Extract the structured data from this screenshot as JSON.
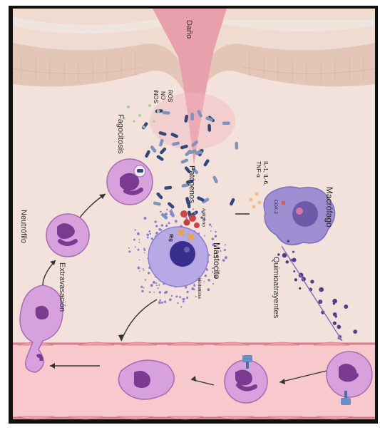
{
  "labels": {
    "dano": "Daño",
    "fagocitosis": "Fagocitosis",
    "ros": "ROS",
    "no": "NO",
    "inos": "iNOS",
    "patogenos": "Patógenos",
    "il": "IL-1, IL-6,",
    "tnf": "TNF-α",
    "macrofago": "Macrófago",
    "cox2": "COX-2",
    "antigeno": "Antígeno",
    "ige": "IEg",
    "mastocito": "Mastocito",
    "histamina": "Histamina",
    "neutrofilo": "Neutrófilo",
    "extravasacion": "Extravasación",
    "quimioatrayentes": "Quimioatrayentes"
  },
  "colors": {
    "tissue": "#f3e2dc",
    "skin": "#ead4c6",
    "wound": "#e8a0ac",
    "vessel": "#f7c9cc",
    "pathogen_dark": "#2f4a7a",
    "pathogen_light": "#7d93bd",
    "cell_purple": "#c58ad0",
    "nucleus": "#8a4aa0",
    "macrophage": "#9d8fd1",
    "mast": "#b7a8e6"
  }
}
